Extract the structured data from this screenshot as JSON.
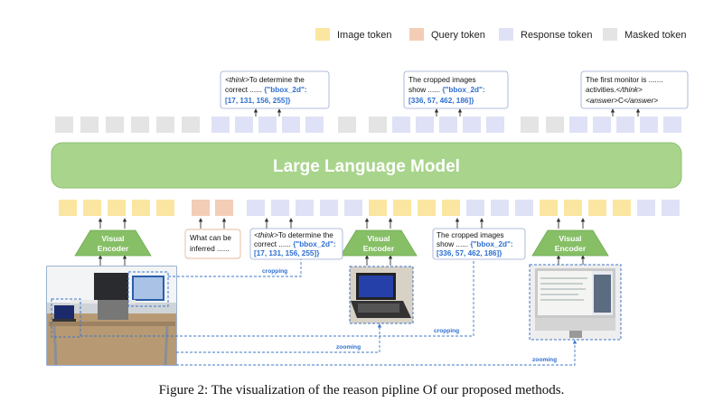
{
  "legend": [
    {
      "label": "Image token",
      "color": "#fbe6a1"
    },
    {
      "label": "Query token",
      "color": "#f3cdb6"
    },
    {
      "label": "Response token",
      "color": "#dfe2f6"
    },
    {
      "label": "Masked token",
      "color": "#e4e4e4"
    }
  ],
  "llm": {
    "label": "Large Language Model",
    "color": "#a9d48c"
  },
  "top_boxes": [
    {
      "lines": [
        {
          "italic": "<think>",
          "text": "To determine the"
        },
        {
          "text": "correct ...... ",
          "blue": "{\"bbox_2d\":"
        },
        {
          "blue": "[17, 131, 156, 255]}"
        }
      ]
    },
    {
      "lines": [
        {
          "text": "The cropped images"
        },
        {
          "text": "show ...... ",
          "blue": "{\"bbox_2d\":"
        },
        {
          "blue": "[336, 57, 462, 186]}"
        }
      ]
    },
    {
      "lines": [
        {
          "text": "The first monitor is ......."
        },
        {
          "text": "activities.",
          "italic": "</think>"
        },
        {
          "italic": "<answer>",
          "text": "C",
          "italic2": "</answer>"
        }
      ]
    }
  ],
  "query_box": {
    "lines": [
      "What can be",
      "inferred ......"
    ]
  },
  "bottom_boxes": [
    {
      "lines": [
        {
          "italic": "<think>",
          "text": "To determine the"
        },
        {
          "text": "correct ...... ",
          "blue": "{\"bbox_2d\":"
        },
        {
          "blue": "[17, 131, 156, 255]}"
        }
      ]
    },
    {
      "lines": [
        {
          "text": "The cropped images"
        },
        {
          "text": "show ...... ",
          "blue": "{\"bbox_2d\":"
        },
        {
          "blue": "[336, 57, 462, 186]}"
        }
      ]
    }
  ],
  "encoders": [
    {
      "line1": "Visual",
      "line2": "Encoder"
    },
    {
      "line1": "Visual",
      "line2": "Encoder"
    },
    {
      "line1": "Visual",
      "line2": "Encoder"
    }
  ],
  "edge_labels": {
    "cropping_1": "cropping",
    "cropping_2": "cropping",
    "zooming_1": "zooming",
    "zooming_2": "zooming"
  },
  "caption": "Figure 2: The visualization of the reason pipline Of our proposed methods.",
  "colors": {
    "image": "#fbe6a1",
    "query": "#f3cdb6",
    "response": "#dfe2f6",
    "masked": "#e4e4e4",
    "encoder": "#86bf66",
    "dash": "#3f77c9"
  }
}
